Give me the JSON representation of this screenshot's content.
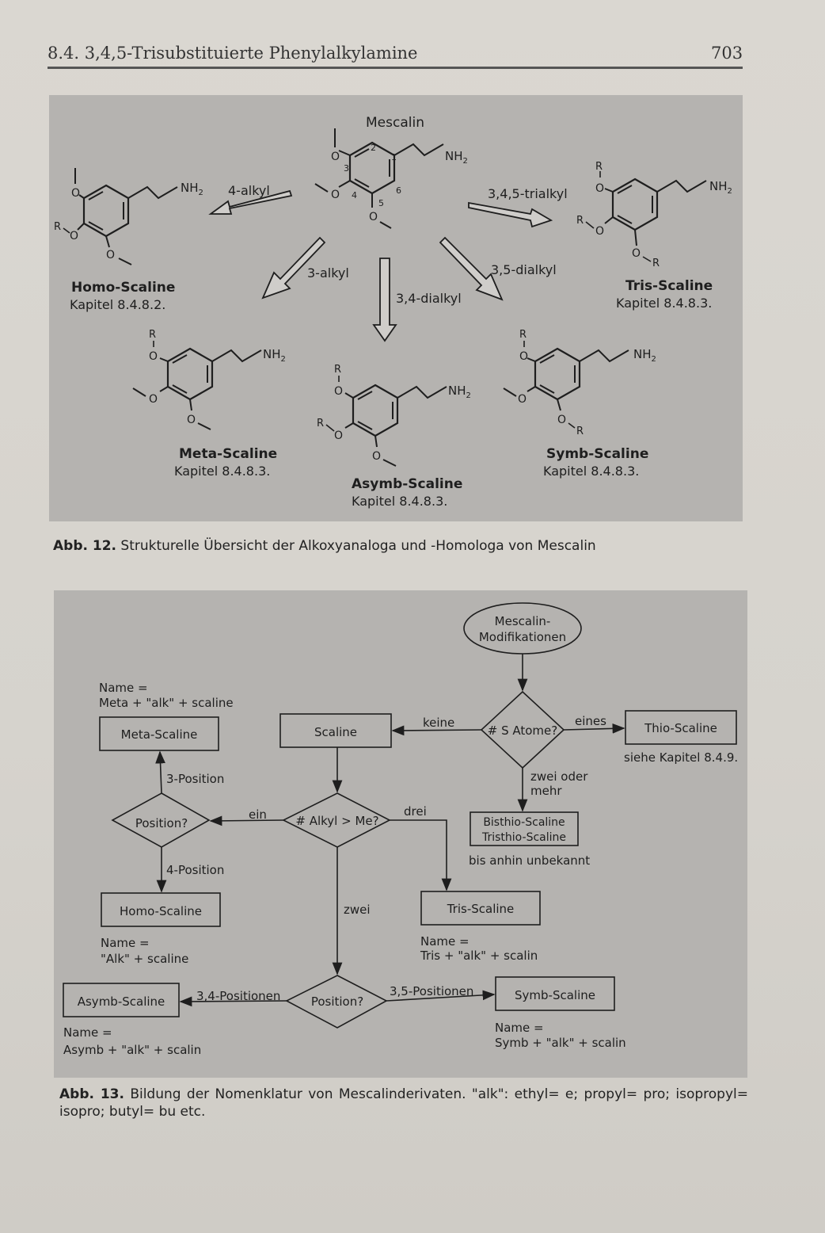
{
  "header": {
    "section_title": "8.4. 3,4,5-Trisubstituierte Phenylalkylamine",
    "page_number": "703"
  },
  "figure12": {
    "center": "Mescalin",
    "atom_numbers": [
      "1",
      "2",
      "3",
      "4",
      "5",
      "6"
    ],
    "nh2": "NH",
    "nh2_sub": "2",
    "o": "O",
    "r": "R",
    "arrows": {
      "four_alkyl": "4-alkyl",
      "trialkyl": "3,4,5-trialkyl",
      "three_alkyl": "3-alkyl",
      "dialkyl_34": "3,4-dialkyl",
      "dialkyl_35": "3,5-dialkyl"
    },
    "compounds": [
      {
        "name": "Homo-Scaline",
        "chapter": "Kapitel 8.4.8.2."
      },
      {
        "name": "Tris-Scaline",
        "chapter": "Kapitel 8.4.8.3."
      },
      {
        "name": "Meta-Scaline",
        "chapter": "Kapitel 8.4.8.3."
      },
      {
        "name": "Asymb-Scaline",
        "chapter": "Kapitel 8.4.8.3."
      },
      {
        "name": "Symb-Scaline",
        "chapter": "Kapitel 8.4.8.3."
      }
    ],
    "caption_label": "Abb. 12.",
    "caption_text": "Strukturelle Übersicht der Alkoxyanaloga und -Homologa von Mescalin"
  },
  "figure13": {
    "start_line1": "Mescalin-",
    "start_line2": "Modifikationen",
    "decision_s": "# S Atome?",
    "decision_alkyl": "# Alkyl > Me?",
    "decision_position_left": "Position?",
    "decision_position_bottom": "Position?",
    "boxes": {
      "thio": "Thio-Scaline",
      "scaline": "Scaline",
      "meta": "Meta-Scaline",
      "homo": "Homo-Scaline",
      "tris": "Tris-Scaline",
      "asymb": "Asymb-Scaline",
      "symb": "Symb-Scaline",
      "bisthio_line1": "Bisthio-Scaline",
      "bisthio_line2": "Tristhio-Scaline"
    },
    "edge_labels": {
      "keine": "keine",
      "eines": "eines",
      "zwei_oder": "zwei oder",
      "mehr": "mehr",
      "ein": "ein",
      "drei": "drei",
      "zwei": "zwei",
      "pos3": "3-Position",
      "pos4": "4-Position",
      "pos34": "3,4-Positionen",
      "pos35": "3,5-Positionen"
    },
    "notes": {
      "thio": "siehe Kapitel 8.4.9.",
      "bisthio": "bis anhin unbekannt",
      "meta_line1": "Name =",
      "meta_line2": "Meta + \"alk\" + scaline",
      "homo_line1": "Name =",
      "homo_line2": "\"Alk\" + scaline",
      "tris_line1": "Name =",
      "tris_line2": "Tris + \"alk\" + scalin",
      "asymb_line1": "Name =",
      "asymb_line2": "Asymb + \"alk\" + scalin",
      "symb_line1": "Name =",
      "symb_line2": "Symb + \"alk\" + scalin"
    },
    "caption_label": "Abb. 13.",
    "caption_text": "Bildung der Nomenklatur von Mescalinderivaten. \"alk\": ethyl= e; propyl= pro; isopropyl= isopro; butyl= bu etc."
  }
}
